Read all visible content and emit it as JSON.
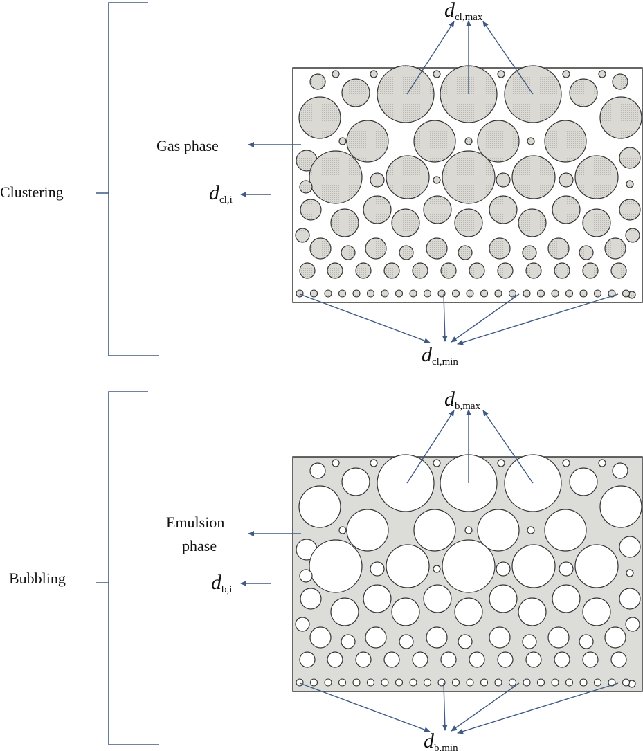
{
  "colors": {
    "bracket": "#3f5a85",
    "arrow": "#3f5a85",
    "outline": "#333333",
    "text": "#111111",
    "white": "#ffffff",
    "cluster_fill": "#dad9d4",
    "emulsion_fill": "#dcdcd8"
  },
  "clustering": {
    "section_label": "Clustering",
    "gas_phase_label": "Gas phase",
    "d_max": {
      "symbol": "d",
      "sub": "cl,max"
    },
    "d_i": {
      "symbol": "d",
      "sub": "cl,i"
    },
    "d_min": {
      "symbol": "d",
      "sub": "cl,min"
    }
  },
  "bubbling": {
    "section_label": "Bubbling",
    "emulsion_label_line1": "Emulsion",
    "emulsion_label_line2": "phase",
    "d_max": {
      "symbol": "d",
      "sub": "b,max"
    },
    "d_i": {
      "symbol": "d",
      "sub": "b,i"
    },
    "d_min": {
      "symbol": "d",
      "sub": "b,min"
    }
  }
}
